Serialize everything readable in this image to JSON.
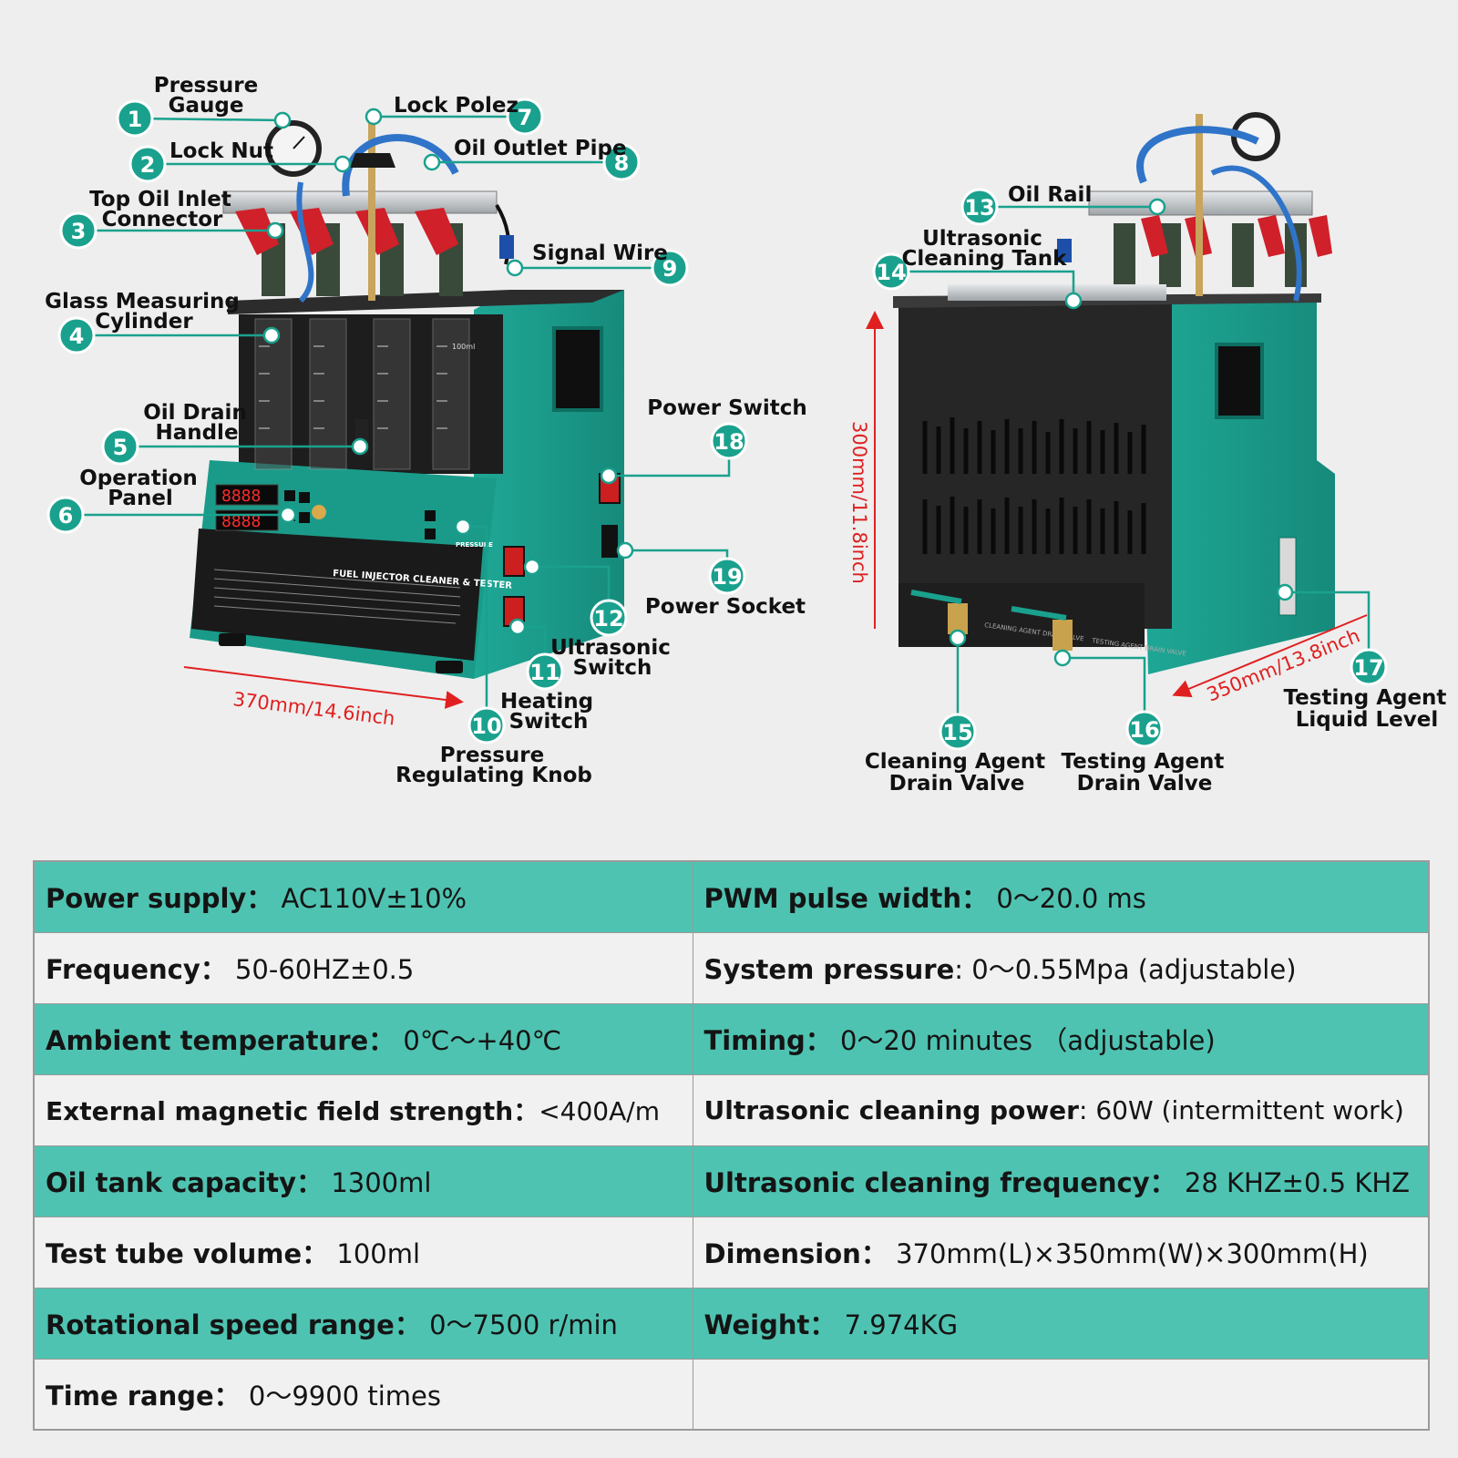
{
  "callouts": [
    {
      "n": "1",
      "lines": [
        "Pressure",
        "Gauge"
      ]
    },
    {
      "n": "2",
      "lines": [
        "Lock Nut"
      ]
    },
    {
      "n": "3",
      "lines": [
        "Top Oil Inlet",
        "Connector"
      ]
    },
    {
      "n": "4",
      "lines": [
        "Glass Measuring",
        "Cylinder"
      ]
    },
    {
      "n": "5",
      "lines": [
        "Oil Drain",
        "Handle"
      ]
    },
    {
      "n": "6",
      "lines": [
        "Operation",
        "Panel"
      ]
    },
    {
      "n": "7",
      "lines": [
        "Lock Polez"
      ]
    },
    {
      "n": "8",
      "lines": [
        "Oil Outlet Pipe"
      ]
    },
    {
      "n": "9",
      "lines": [
        "Signal Wire"
      ]
    },
    {
      "n": "10",
      "lines": [
        "Pressure",
        "Regulating Knob"
      ]
    },
    {
      "n": "11",
      "lines": [
        "Heating",
        "Switch"
      ]
    },
    {
      "n": "12",
      "lines": [
        "Ultrasonic",
        "Switch"
      ]
    },
    {
      "n": "13",
      "lines": [
        "Oil Rail"
      ]
    },
    {
      "n": "14",
      "lines": [
        "Ultrasonic",
        "Cleaning Tank"
      ]
    },
    {
      "n": "15",
      "lines": [
        "Cleaning Agent",
        "Drain Valve"
      ]
    },
    {
      "n": "16",
      "lines": [
        "Testing Agent",
        "Drain Valve"
      ]
    },
    {
      "n": "17",
      "lines": [
        "Testing Agent",
        "Liquid Level"
      ]
    },
    {
      "n": "18",
      "lines": [
        "Power Switch"
      ]
    },
    {
      "n": "19",
      "lines": [
        "Power Socket"
      ]
    }
  ],
  "dimensions": {
    "width": "370mm/14.6inch",
    "depth": "350mm/13.8inch",
    "height": "300mm/11.8inch"
  },
  "device_print": {
    "panel_title": "FUEL INJECTOR CLEANER & TESTER",
    "pressure_label": "PRESSURE",
    "cleaning_valve_label": "CLEANING AGENT DRAIN VALVE",
    "testing_valve_label": "TESTING AGENT DRAIN VALVE",
    "cylinder_top": "100ml"
  },
  "specs": [
    {
      "left": {
        "key": "Power supply",
        "sep": "：",
        "value": "AC110V±10%"
      },
      "right": {
        "key": "PWM pulse width",
        "sep": "：",
        "value": "0～20.0 ms"
      }
    },
    {
      "left": {
        "key": "Frequency",
        "sep": "：",
        "value": "50-60HZ±0.5"
      },
      "right": {
        "key": "System pressure",
        "sep": ": ",
        "value": "0～0.55Mpa (adjustable)"
      }
    },
    {
      "left": {
        "key": "Ambient temperature",
        "sep": "：",
        "value": "0℃～+40℃"
      },
      "right": {
        "key": "Timing",
        "sep": "：",
        "value": "0～20 minutes （adjustable)"
      }
    },
    {
      "left": {
        "key": "External magnetic field strength",
        "sep": "：",
        "value": "<400A/m"
      },
      "right": {
        "key": "Ultrasonic cleaning power",
        "sep": ": ",
        "value": "60W (intermittent work)"
      }
    },
    {
      "left": {
        "key": "Oil tank capacity",
        "sep": "：",
        "value": "1300ml"
      },
      "right": {
        "key": "Ultrasonic cleaning frequency",
        "sep": "：",
        "value": "28 KHZ±0.5 KHZ"
      }
    },
    {
      "left": {
        "key": "Test tube volume",
        "sep": "：",
        "value": "100ml"
      },
      "right": {
        "key": "Dimension",
        "sep": "：",
        "value": "370mm(L)×350mm(W)×300mm(H)"
      }
    },
    {
      "left": {
        "key": "Rotational speed range",
        "sep": "：",
        "value": "0～7500 r/min"
      },
      "right": {
        "key": "Weight",
        "sep": "：",
        "value": "7.974KG"
      }
    },
    {
      "left": {
        "key": "Time range",
        "sep": "：",
        "value": "0～9900 times"
      },
      "right": {
        "key": "",
        "sep": "",
        "value": ""
      }
    }
  ],
  "colors": {
    "teal": "#1aa18e",
    "table_teal": "#4fc3b1",
    "dimension_red": "#e02020"
  }
}
